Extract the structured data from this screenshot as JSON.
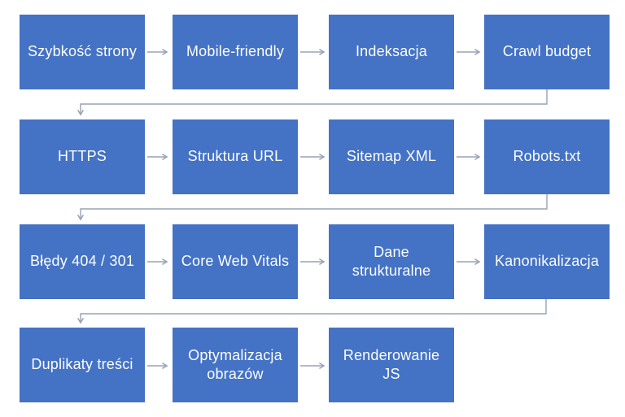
{
  "diagram": {
    "type": "flowchart",
    "background_color": "#ffffff",
    "node_fill_color": "#4472c4",
    "node_text_color": "#ffffff",
    "connector_color": "#97a3b6",
    "nodes": [
      {
        "label": "Szybkość strony"
      },
      {
        "label": "Mobile-friendly"
      },
      {
        "label": "Indeksacja"
      },
      {
        "label": "Crawl budget"
      },
      {
        "label": "HTTPS"
      },
      {
        "label": "Struktura URL"
      },
      {
        "label": "Sitemap XML"
      },
      {
        "label": "Robots.txt"
      },
      {
        "label": "Błędy 404 / 301"
      },
      {
        "label": "Core Web Vitals"
      },
      {
        "label": "Dane\nstrukturalne"
      },
      {
        "label": "Kanonikalizacja"
      },
      {
        "label": "Duplikaty treści"
      },
      {
        "label": "Optymalizacja\nobrazów"
      },
      {
        "label": "Renderowanie\nJS"
      }
    ],
    "flow_sequence": [
      "Szybkość strony",
      "Mobile-friendly",
      "Indeksacja",
      "Crawl budget",
      "HTTPS",
      "Struktura URL",
      "Sitemap XML",
      "Robots.txt",
      "Błędy 404 / 301",
      "Core Web Vitals",
      "Dane strukturalne",
      "Kanonikalizacja",
      "Duplikaty treści",
      "Optymalizacja obrazów",
      "Renderowanie JS"
    ]
  }
}
